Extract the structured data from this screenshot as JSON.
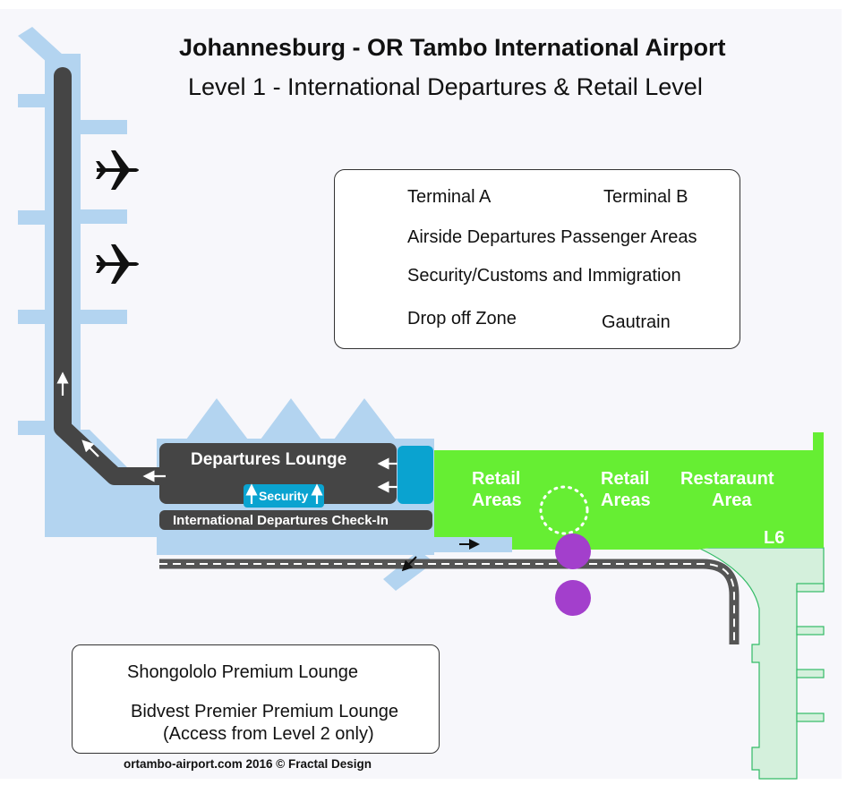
{
  "title": "Johannesburg - OR Tambo International Airport",
  "subtitle": "Level 1 - International Departures & Retail Level",
  "legend": {
    "items": [
      {
        "label": "Terminal A",
        "color": "#b3d4f0"
      },
      {
        "label": "Terminal B",
        "color": "#33dd55"
      },
      {
        "label": "Airside Departures Passenger Areas",
        "color": "#454545"
      },
      {
        "label": "Security/Customs and Immigration",
        "color": "#0aa3d0"
      },
      {
        "label": "Drop off Zone",
        "color": "#555555"
      },
      {
        "label": "Gautrain",
        "color": "#a33fcc"
      }
    ]
  },
  "map_labels": {
    "departures_lounge": "Departures Lounge",
    "security": "Security",
    "checkin": "International Departures Check-In",
    "retail_1_line1": "Retail",
    "retail_1_line2": "Areas",
    "retail_2_line1": "Retail",
    "retail_2_line2": "Areas",
    "restaurant_line1": "Restaraunt",
    "restaurant_line2": "Area",
    "level_marker": "L6"
  },
  "lounges": {
    "lounge_1": "Shongololo Premium Lounge",
    "lounge_2": "Bidvest Premier Premium Lounge",
    "lounge_2_note": "(Access from Level 2 only)"
  },
  "credit": "ortambo-airport.com 2016 © Fractal Design",
  "colors": {
    "terminal_a": "#b3d4f0",
    "terminal_b_bright": "#66ee33",
    "terminal_b_light": "#d4f0dc",
    "airside": "#454545",
    "security": "#0aa3d0",
    "gautrain": "#a33fcc"
  }
}
